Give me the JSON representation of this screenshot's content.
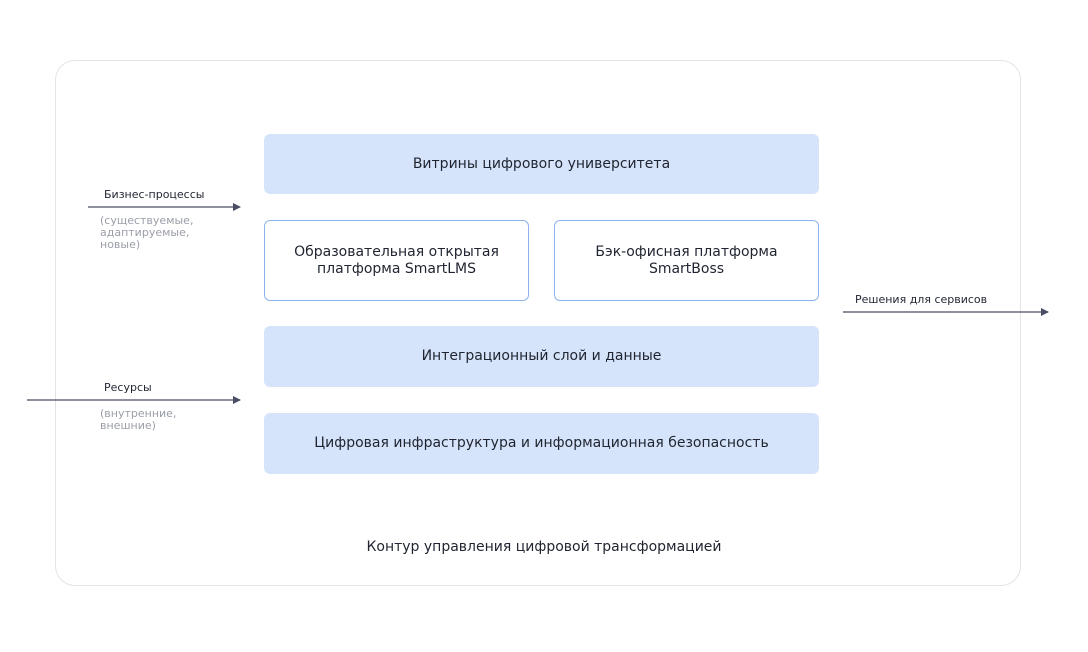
{
  "layers": {
    "top": "Витрины цифрового университета",
    "left_platform": "Образовательная открытая\nплатформа SmartLMS",
    "right_platform": "Бэк-офисная платформа\nSmartBoss",
    "integration": "Интеграционный слой и данные",
    "infrastructure": "Цифровая инфраструктура и информационная безопасность"
  },
  "inputs": {
    "business": {
      "label": "Бизнес-процессы",
      "note": "(существуемые,\nадаптируемые,\nновые)"
    },
    "resources": {
      "label": "Ресурсы",
      "note": "(внутренние,\nвнешние)"
    }
  },
  "output": {
    "label": "Решения для сервисов"
  },
  "frame_caption": "Контур управления цифровой трансформацией",
  "colors": {
    "block_fill": "#d6e4fb",
    "block_outline": "#8fb4ec",
    "arrow": "#4a4e63"
  }
}
